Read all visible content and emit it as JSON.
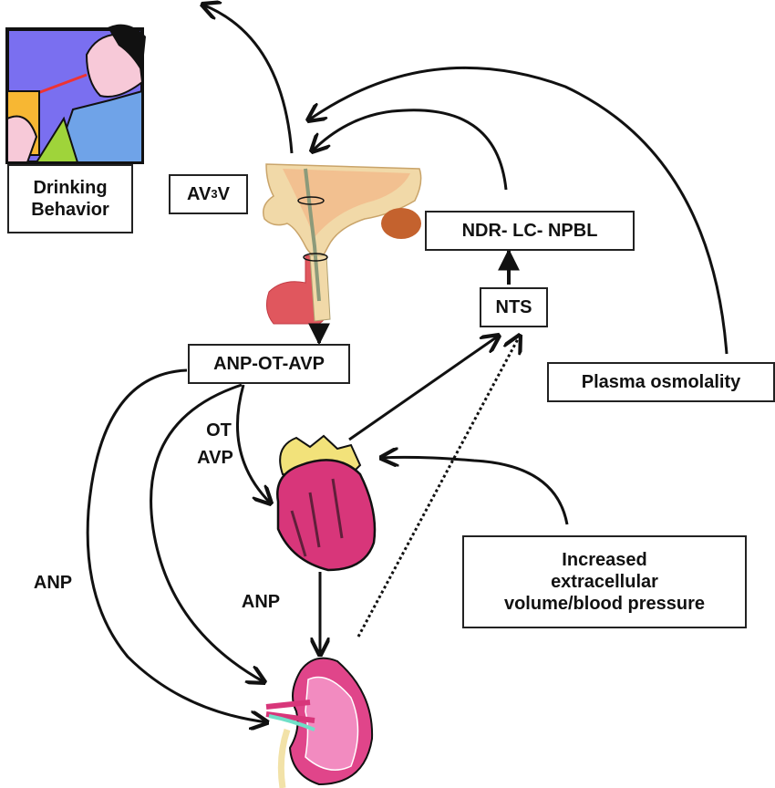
{
  "diagram": {
    "nodes": {
      "drinking": {
        "line1": "Drinking",
        "line2": "Behavior"
      },
      "av3v": {
        "prefix": "AV",
        "sub": "3",
        "suffix": "V"
      },
      "ndr": "NDR- LC- NPBL",
      "nts": "NTS",
      "anp_ot_avp": "ANP-OT-AVP",
      "plasma": "Plasma osmolality",
      "increased": {
        "line1": "Increased",
        "line2": "extracellular",
        "line3": "volume/blood pressure"
      }
    },
    "edge_labels": {
      "ot": "OT",
      "avp": "AVP",
      "anp_left": "ANP",
      "anp_mid": "ANP"
    },
    "illustrations": {
      "drinking_person": "person-drinking-clipart",
      "brain": "hypothalamus-pituitary",
      "heart": "heart",
      "kidney": "kidney"
    },
    "edges": [
      {
        "from": "AV3V",
        "to": "Drinking Behavior",
        "style": "solid"
      },
      {
        "from": "Plasma osmolality",
        "to": "AV3V",
        "style": "solid"
      },
      {
        "from": "NDR- LC- NPBL",
        "to": "AV3V",
        "style": "solid"
      },
      {
        "from": "NTS",
        "to": "NDR- LC- NPBL",
        "style": "solid"
      },
      {
        "from": "AV3V",
        "to": "ANP-OT-AVP",
        "style": "solid"
      },
      {
        "from": "Heart",
        "to": "NTS",
        "style": "solid"
      },
      {
        "from": "Kidney",
        "to": "NTS",
        "style": "dotted"
      },
      {
        "from": "Increased extracellular volume/blood pressure",
        "to": "Heart",
        "style": "solid"
      },
      {
        "from": "ANP-OT-AVP",
        "to": "Heart",
        "label": "OT AVP",
        "style": "solid"
      },
      {
        "from": "ANP-OT-AVP",
        "to": "Kidney",
        "style": "solid"
      },
      {
        "from": "ANP-OT-AVP",
        "to": "Kidney",
        "label": "ANP",
        "style": "solid"
      },
      {
        "from": "Heart",
        "to": "Kidney",
        "label": "ANP",
        "style": "solid"
      }
    ],
    "colors": {
      "line": "#111111",
      "heart_pink": "#d8367a",
      "heart_yellow": "#f2e27a",
      "kidney_pink": "#e0458a",
      "brain_tan": "#f1d9a8",
      "pituitary_red": "#e0575e",
      "sky_purple": "#7a6ff0"
    }
  }
}
